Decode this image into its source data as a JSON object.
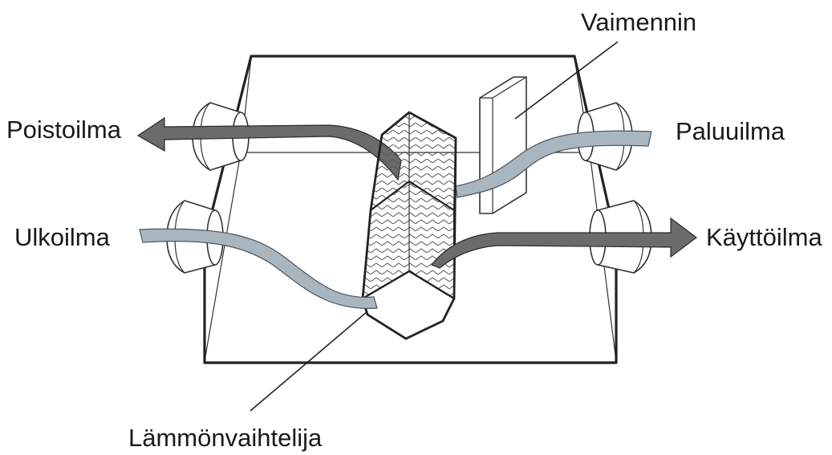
{
  "labels": {
    "damper": "Vaimennin",
    "exhaust_air": "Poistoilma",
    "return_air": "Paluuilma",
    "outdoor_air": "Ulkoilma",
    "supply_air": "Käyttöilma",
    "heat_exchanger": "Lämmönvaihtelija"
  },
  "colors": {
    "outline": "#222222",
    "exhaust_flow": "#6b6b6b",
    "fresh_flow": "#a9b6c0",
    "background": "#ffffff"
  }
}
